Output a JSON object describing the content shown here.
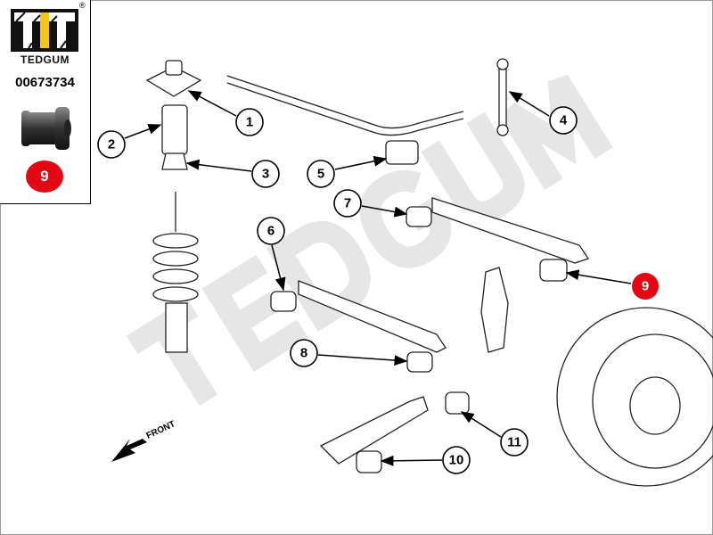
{
  "panel": {
    "brand": "TEDGUM",
    "registered": "®",
    "part_number": "00673734",
    "highlighted_position": "9",
    "accent_color": "#e30613",
    "logo_color": "#f5c518"
  },
  "watermark": "TEDGUM",
  "direction_label": "FRONT",
  "callouts": [
    {
      "n": "1"
    },
    {
      "n": "2"
    },
    {
      "n": "3"
    },
    {
      "n": "4"
    },
    {
      "n": "5"
    },
    {
      "n": "6"
    },
    {
      "n": "7"
    },
    {
      "n": "8"
    },
    {
      "n": "9",
      "highlight": true
    },
    {
      "n": "10"
    },
    {
      "n": "11"
    }
  ]
}
